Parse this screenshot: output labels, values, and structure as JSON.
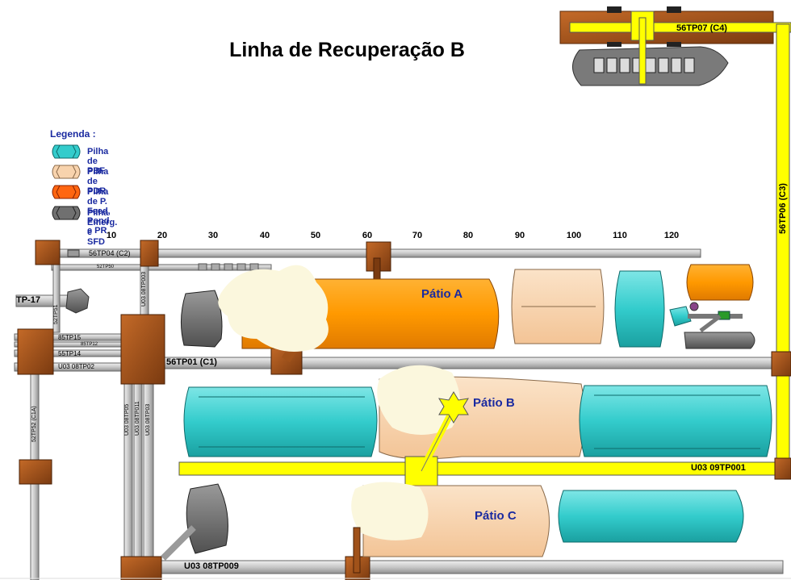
{
  "title": "Linha de Recuperação B",
  "legend": {
    "heading": "Legenda :",
    "items": [
      {
        "label": "Pilha  de PBF",
        "color": "#33cccc"
      },
      {
        "label": "Pilha de PDR",
        "color": "#f8d3ad"
      },
      {
        "label": "Pilha de P. Feed, Pond e PR",
        "color": "#ff6611"
      },
      {
        "label": "Pilha Emerg. e",
        "label2": "SFD",
        "color": "#707070"
      }
    ]
  },
  "scale": [
    "10",
    "20",
    "30",
    "40",
    "50",
    "60",
    "70",
    "80",
    "90",
    "100",
    "110",
    "120"
  ],
  "yards": {
    "a": "Pátio A",
    "b": "Pátio B",
    "c": "Pátio C"
  },
  "conveyors": {
    "tp07": "56TP07 (C4)",
    "tp06": "56TP06 (C3)",
    "tp04": "56TP04 (C2)",
    "tp50": "52TP50",
    "tp17": "TP-17",
    "tp15": "85TP15",
    "tp12": "85TP12",
    "tp14": "55TP14",
    "tp02": "U03 08TP02",
    "tp01": "56TP01 (C1)",
    "tp001": "U03 09TP001",
    "tp009": "U03 08TP009",
    "v_52tp51": "52TP51",
    "v_52tp52": "52TP52 (C1A)",
    "v_08tp05": "U03 08TP05",
    "v_08tp011": "U03 08TP011",
    "v_08tp03": "U03 08TP03",
    "v_top": "U03 08TP003"
  },
  "colors": {
    "pbf": "#33cccc",
    "pdr": "#f8d3ad",
    "feed": "#ff9900",
    "emerg": "#707070",
    "conveyor": "#c8c8c8",
    "yellow": "#ffff00",
    "transfer": "#a0521a",
    "label_blue": "#1a2aa0"
  }
}
